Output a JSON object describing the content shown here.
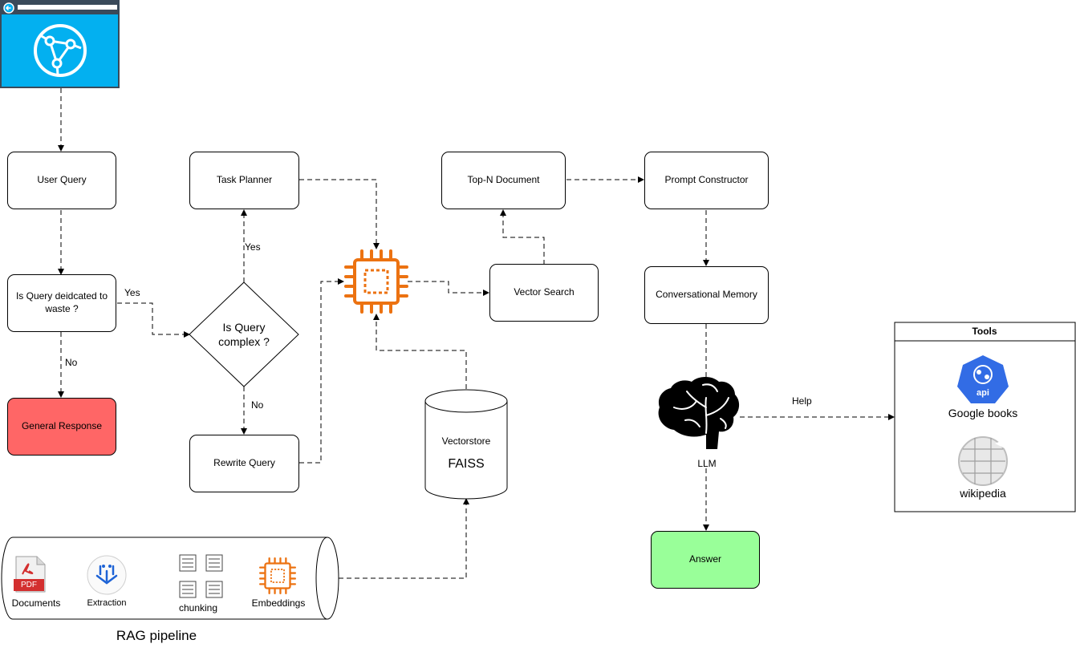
{
  "nodes": {
    "user_query": "User Query",
    "is_query_dedicated": "Is Query deidcated to waste ?",
    "general_response": "General Response",
    "task_planner": "Task Planner",
    "is_query_complex": "Is Query complex ?",
    "rewrite_query": "Rewrite Query",
    "top_n_document": "Top-N Document",
    "vector_search": "Vector Search",
    "vectorstore_title": "Vectorstore",
    "vectorstore_name": "FAISS",
    "prompt_constructor": "Prompt Constructor",
    "conversational_memory": "Conversational Memory",
    "llm": "LLM",
    "answer": "Answer"
  },
  "edge_labels": {
    "dedicated_yes": "Yes",
    "dedicated_no": "No",
    "complex_yes": "Yes",
    "complex_no": "No",
    "help": "Help"
  },
  "rag_pipeline": {
    "title": "RAG pipeline",
    "documents": "Documents",
    "pdf_badge": "PDF",
    "extraction": "Extraction",
    "chunking": "chunking",
    "embeddings": "Embeddings"
  },
  "tools": {
    "title": "Tools",
    "google_books": "Google books",
    "api_badge": "api",
    "wikipedia": "wikipedia"
  },
  "colors": {
    "browser_blue": "#03b0f0",
    "general_response_fill": "#ff6666",
    "answer_fill": "#99ff99",
    "chip_orange": "#ec7211",
    "api_blue": "#326ce5",
    "pdf_red": "#d32f2f"
  }
}
